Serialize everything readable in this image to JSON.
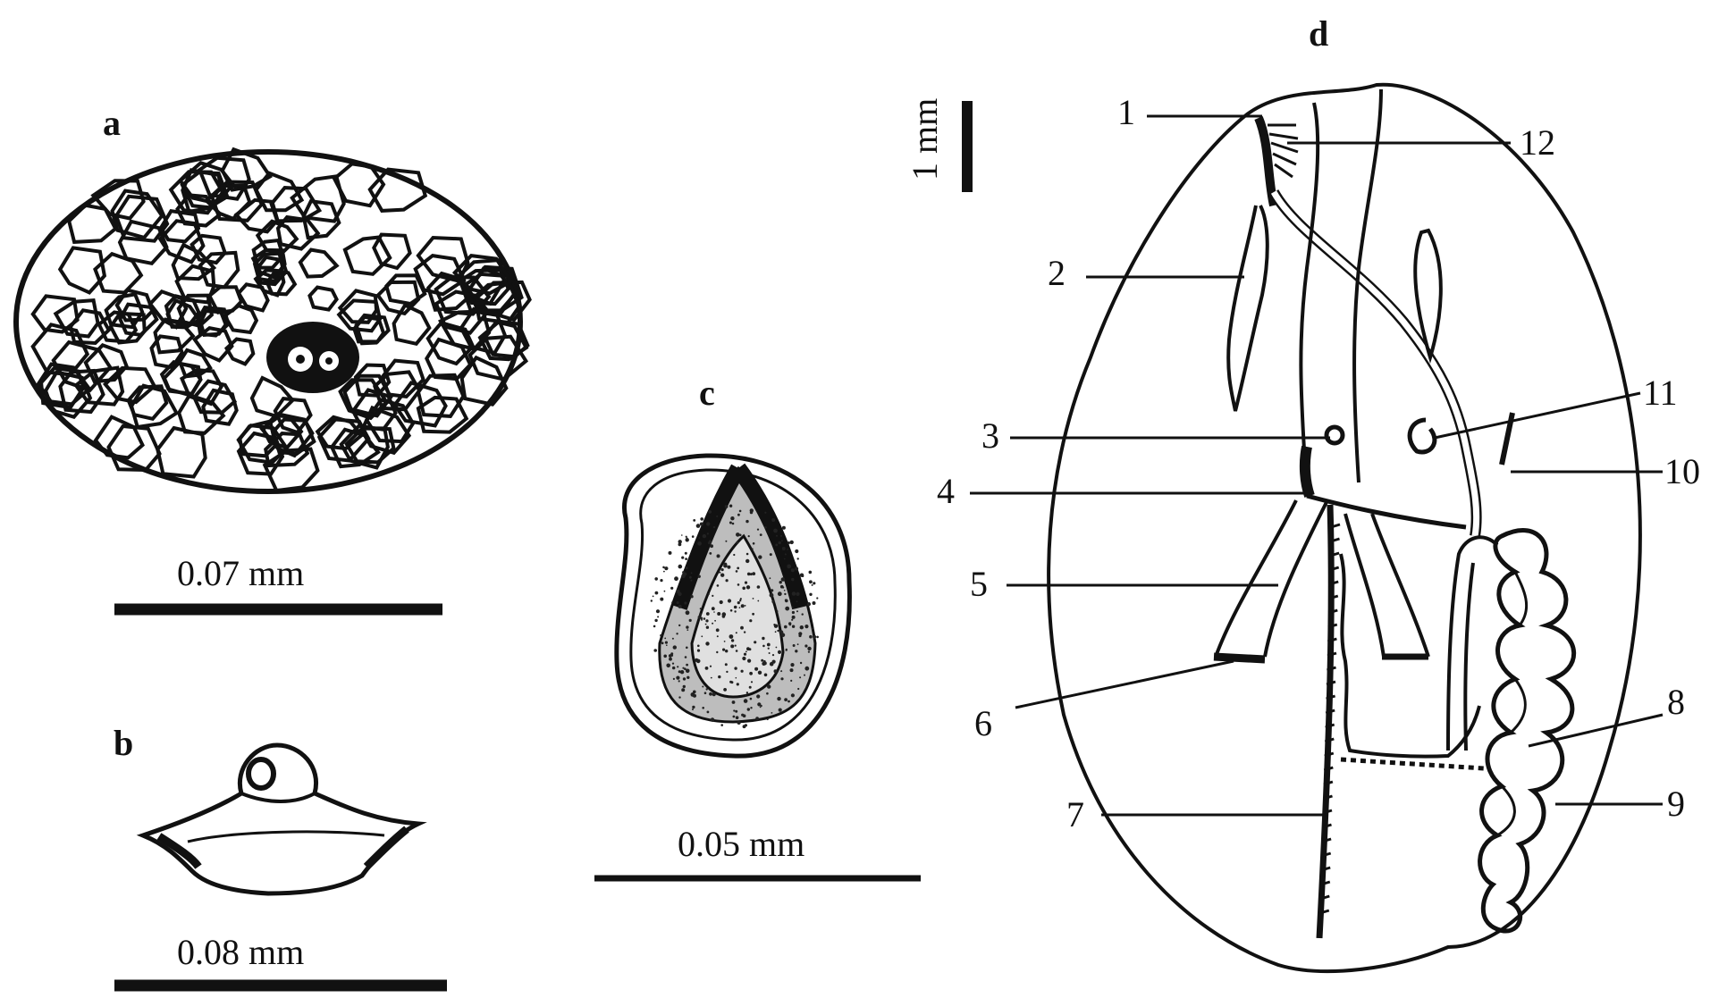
{
  "panels": {
    "a": "a",
    "b": "b",
    "c": "c",
    "d": "d"
  },
  "scale_bars": {
    "a": "0.07 mm",
    "b": "0.08 mm",
    "c": "0.05 mm",
    "d": "1 mm"
  },
  "callouts": [
    "1",
    "2",
    "3",
    "4",
    "5",
    "6",
    "7",
    "8",
    "9",
    "10",
    "11",
    "12"
  ],
  "colors": {
    "ink": "#111111",
    "background": "#ffffff"
  }
}
